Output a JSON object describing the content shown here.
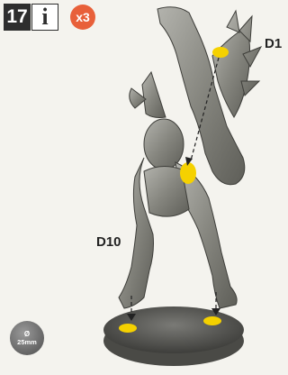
{
  "header": {
    "step_number": "17",
    "info_icon": "info-icon",
    "quantity": "x3"
  },
  "labels": {
    "d1": "D1",
    "d10": "D10"
  },
  "base": {
    "symbol": "Ø",
    "size": "25mm"
  },
  "colors": {
    "step_box": "#2e2e2e",
    "badge_orange": "#e8603a",
    "glue_yellow": "#f5d100",
    "miniature_grey": "#8a8a84",
    "base_grey": "#6e6e6e"
  }
}
